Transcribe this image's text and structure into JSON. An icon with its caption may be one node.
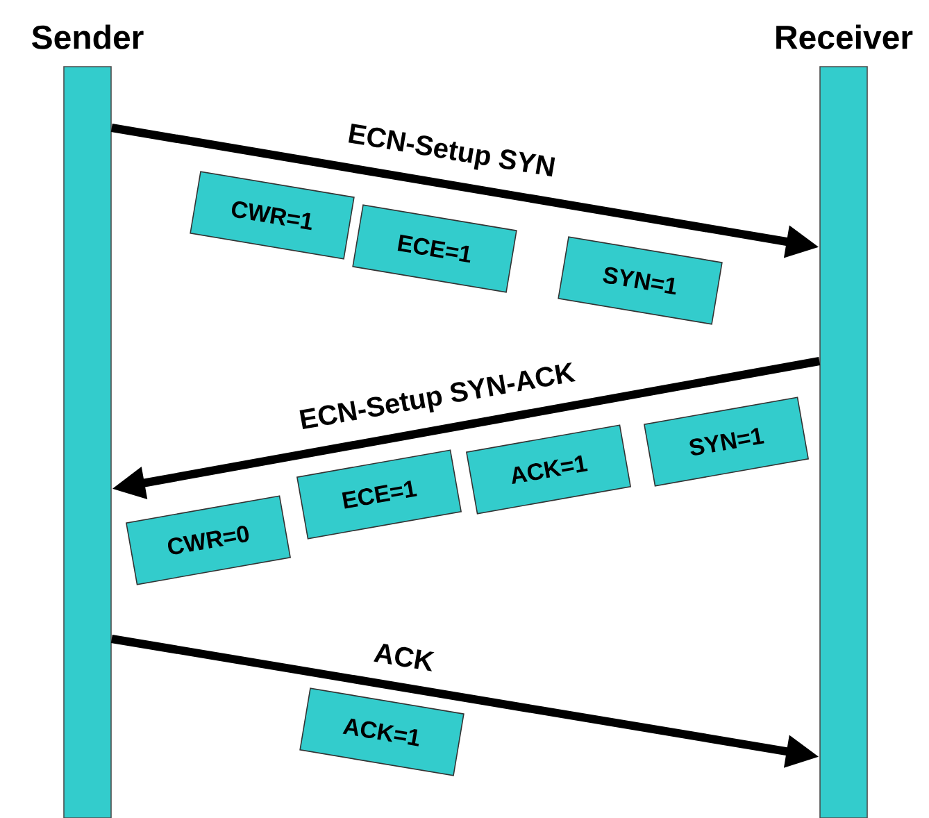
{
  "diagram": {
    "nodes": [
      {
        "text": [
          "Sender"
        ]
      },
      {
        "text": [
          "Receiver"
        ]
      },
      {
        "text": [
          "CWR=1"
        ]
      },
      {
        "text": [
          "ECE=1"
        ]
      },
      {
        "text": [
          "SYN=1"
        ]
      },
      {
        "text": [
          "CWR=0"
        ]
      },
      {
        "text": [
          "ECE=1"
        ]
      },
      {
        "text": [
          "ACK=1"
        ]
      },
      {
        "text": [
          "SYN=1"
        ]
      },
      {
        "text": [
          "ACK=1"
        ]
      }
    ],
    "edges": [
      {
        "from": 0,
        "to": 1,
        "arrow": "to",
        "label": "ECN-Setup SYN"
      },
      {
        "from": 1,
        "to": 0,
        "arrow": "to",
        "label": "ECN-Setup SYN-ACK"
      },
      {
        "from": 0,
        "to": 1,
        "arrow": "to",
        "label": "ACK"
      }
    ]
  }
}
